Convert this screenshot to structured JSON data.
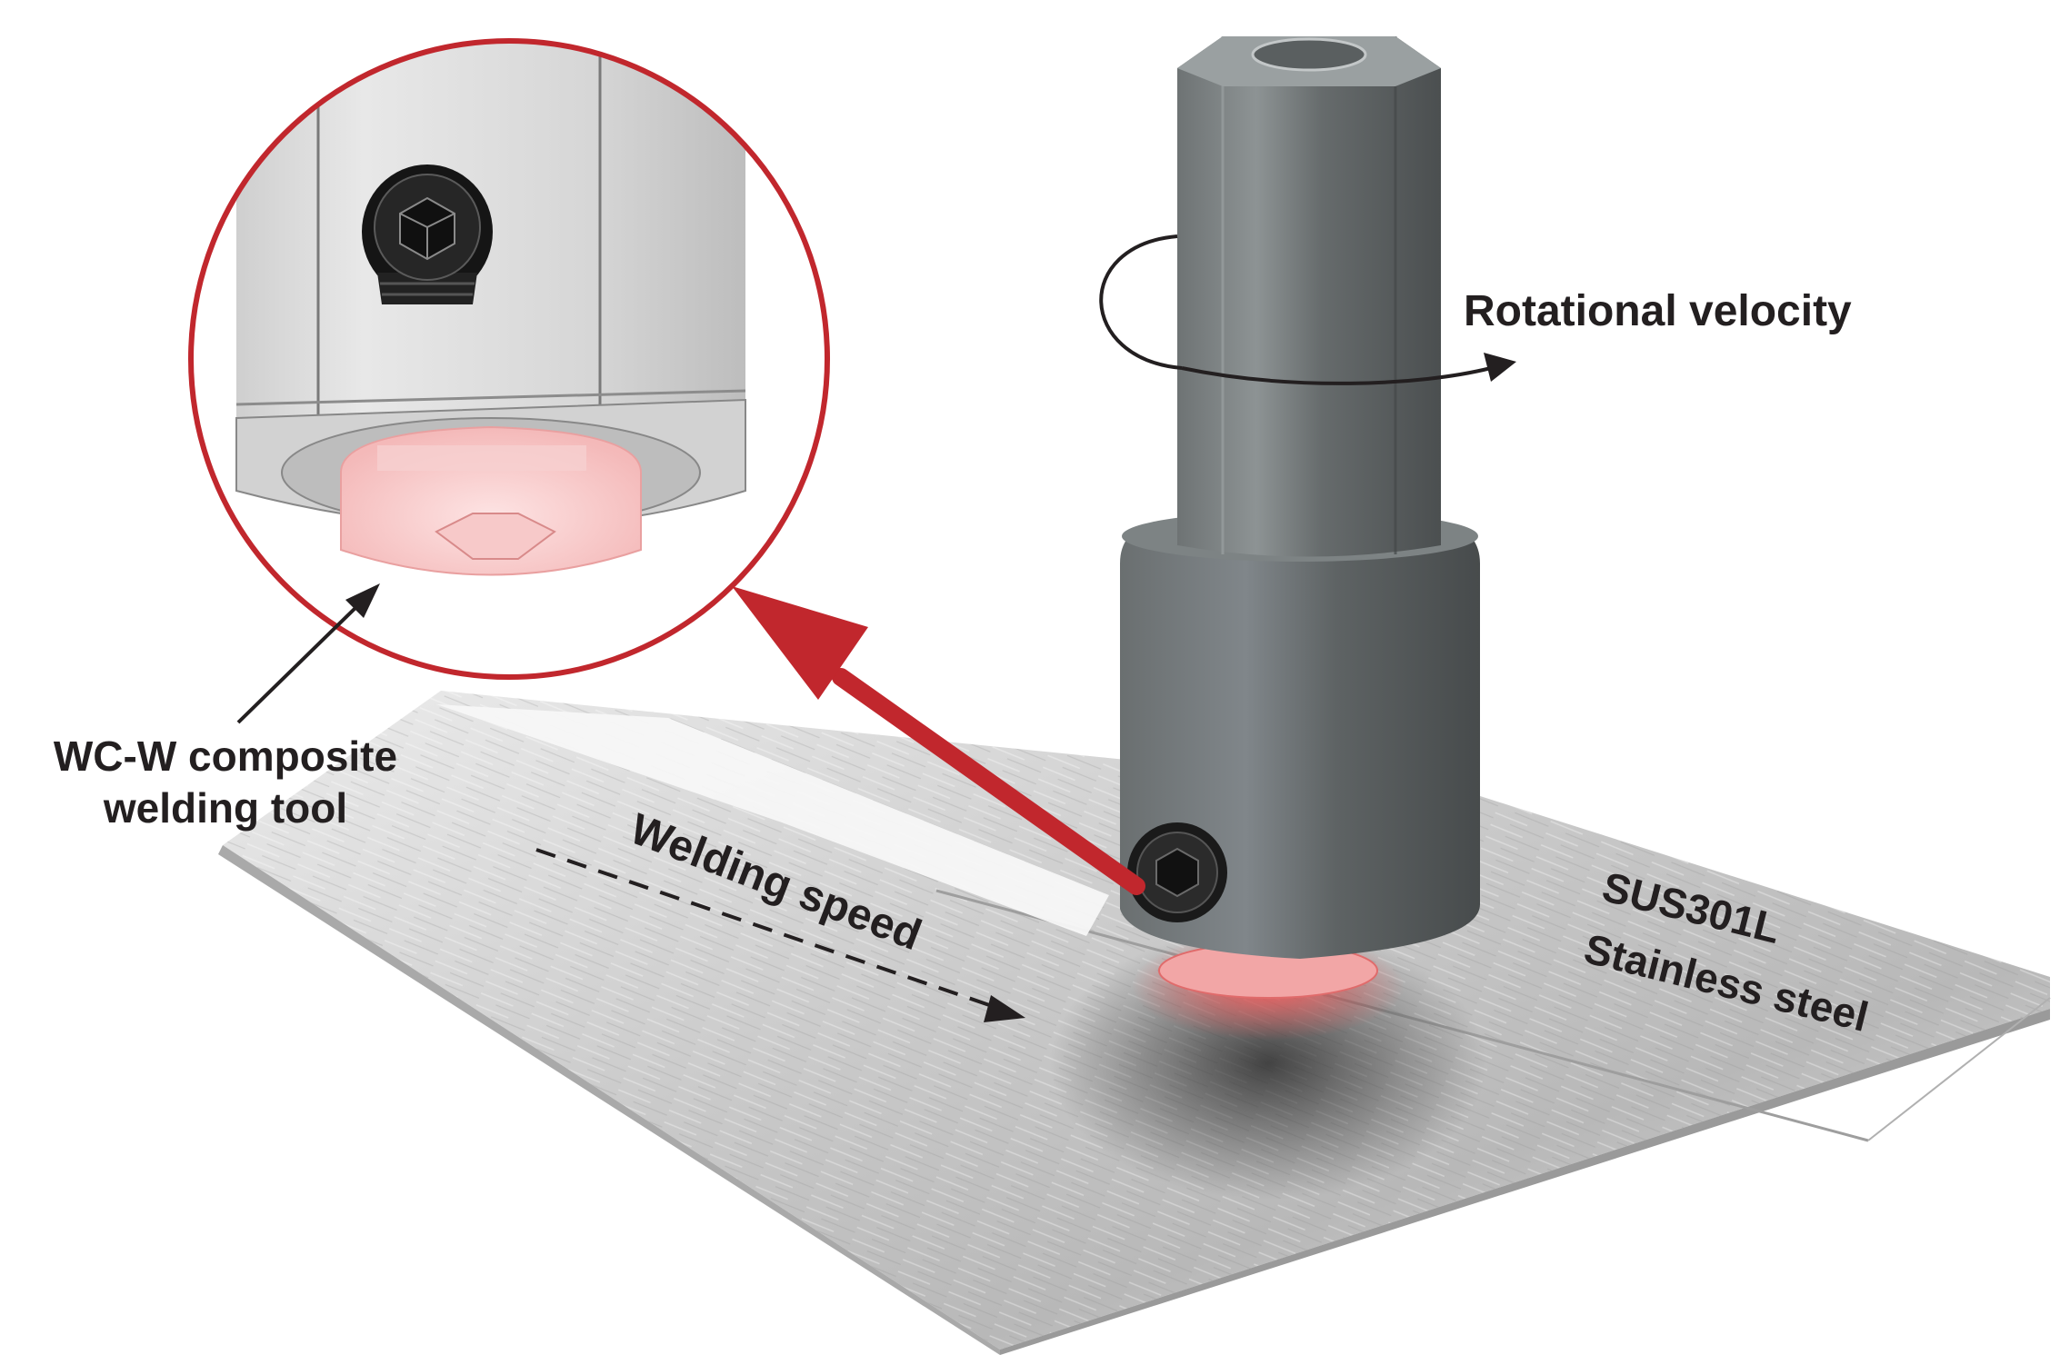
{
  "labels": {
    "rotational_velocity": "Rotational velocity",
    "tool_line1": "WC-W composite",
    "tool_line2": "welding tool",
    "welding_speed": "Welding speed",
    "material_line1": "SUS301L",
    "material_line2": "Stainless steel"
  },
  "colors": {
    "accent_red": "#c1272d",
    "tool_tip_pink": "#f7c9c9",
    "tool_body": "#5d6263",
    "plate": "#d9d9d9",
    "label_text": "#231f20"
  },
  "icons": {
    "zoom_callout": "magnified-inset-circle",
    "screw": "hex-socket-set-screw",
    "rotation": "curved-rotation-arrow"
  }
}
